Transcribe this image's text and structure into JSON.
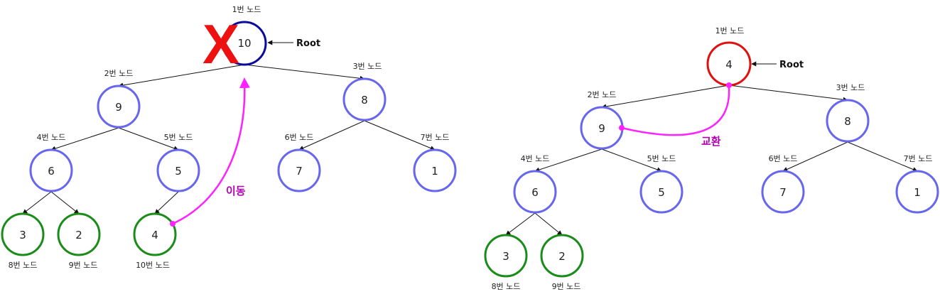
{
  "colors": {
    "default_node": "#6666ee",
    "leaf_node": "#1a8c1a",
    "root_removed": "#0a0a9e",
    "root_swapped": "#e01010",
    "move_curve": "#ff22ff",
    "action_text": "#b000b0",
    "remove_mark": "#ee1111"
  },
  "left_tree": {
    "root_label": "Root",
    "action_label": "이동",
    "remove_mark": "X",
    "nodes": [
      {
        "value": "10",
        "caption": "1번 노드"
      },
      {
        "value": "9",
        "caption": "2번 노드"
      },
      {
        "value": "8",
        "caption": "3번 노드"
      },
      {
        "value": "6",
        "caption": "4번 노드"
      },
      {
        "value": "5",
        "caption": "5번 노드"
      },
      {
        "value": "7",
        "caption": "6번 노드"
      },
      {
        "value": "1",
        "caption": "7번 노드"
      },
      {
        "value": "3",
        "caption": "8번 노드"
      },
      {
        "value": "2",
        "caption": "9번 노드"
      },
      {
        "value": "4",
        "caption": "10번 노드"
      }
    ]
  },
  "right_tree": {
    "root_label": "Root",
    "action_label": "교환",
    "nodes": [
      {
        "value": "4",
        "caption": "1번 노드"
      },
      {
        "value": "9",
        "caption": "2번 노드"
      },
      {
        "value": "8",
        "caption": "3번 노드"
      },
      {
        "value": "6",
        "caption": "4번 노드"
      },
      {
        "value": "5",
        "caption": "5번 노드"
      },
      {
        "value": "7",
        "caption": "6번 노드"
      },
      {
        "value": "1",
        "caption": "7번 노드"
      },
      {
        "value": "3",
        "caption": "8번 노드"
      },
      {
        "value": "2",
        "caption": "9번 노드"
      }
    ]
  }
}
